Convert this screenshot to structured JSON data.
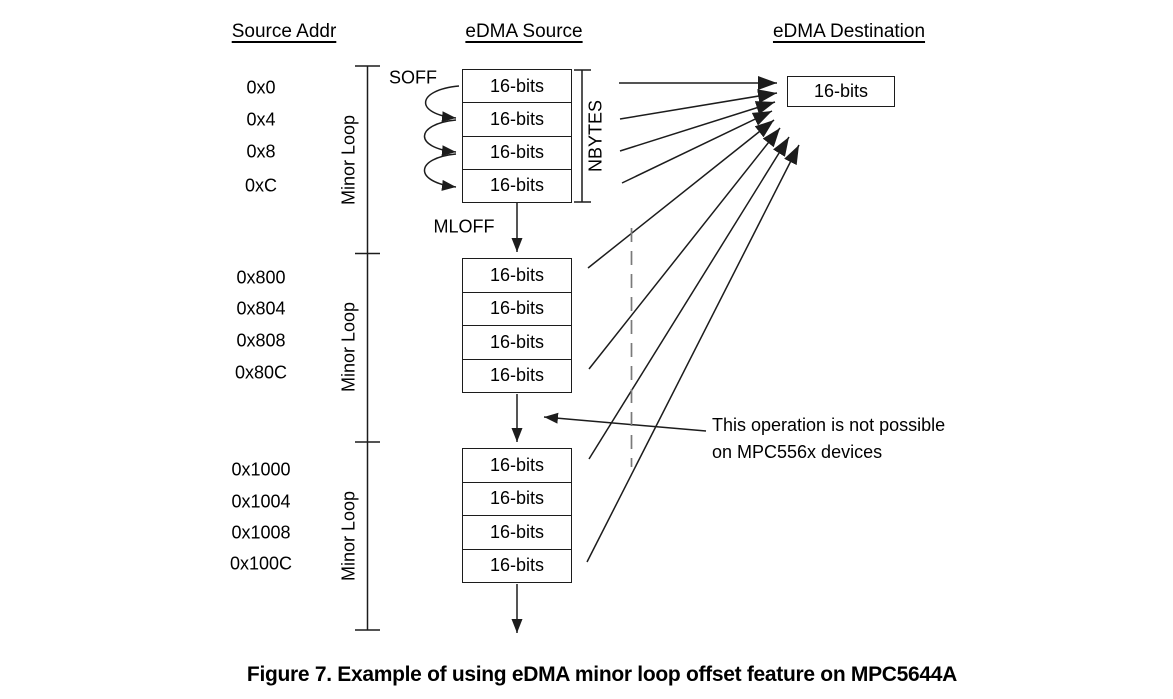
{
  "headers": {
    "source_addr": "Source Addr",
    "edma_source": "eDMA Source",
    "edma_destination": "eDMA Destination"
  },
  "labels": {
    "soff": "SOFF",
    "mloff": "MLOFF",
    "nbytes": "NBYTES"
  },
  "minor_loops": [
    {
      "label": "Minor Loop",
      "addresses": [
        "0x0",
        "0x4",
        "0x8",
        "0xC"
      ],
      "cells": [
        "16-bits",
        "16-bits",
        "16-bits",
        "16-bits"
      ]
    },
    {
      "label": "Minor Loop",
      "addresses": [
        "0x800",
        "0x804",
        "0x808",
        "0x80C"
      ],
      "cells": [
        "16-bits",
        "16-bits",
        "16-bits",
        "16-bits"
      ]
    },
    {
      "label": "Minor Loop",
      "addresses": [
        "0x1000",
        "0x1004",
        "0x1008",
        "0x100C"
      ],
      "cells": [
        "16-bits",
        "16-bits",
        "16-bits",
        "16-bits"
      ]
    }
  ],
  "destination": {
    "cell": "16-bits"
  },
  "annotation": {
    "line1": "This operation is not possible",
    "line2": "on MPC556x devices"
  },
  "caption": "Figure 7. Example of using eDMA minor loop offset feature on MPC5644A",
  "colors": {
    "line": "#1c1c1c",
    "dashed_line": "#7a7a7a",
    "text": "#000000",
    "background": "#ffffff"
  }
}
